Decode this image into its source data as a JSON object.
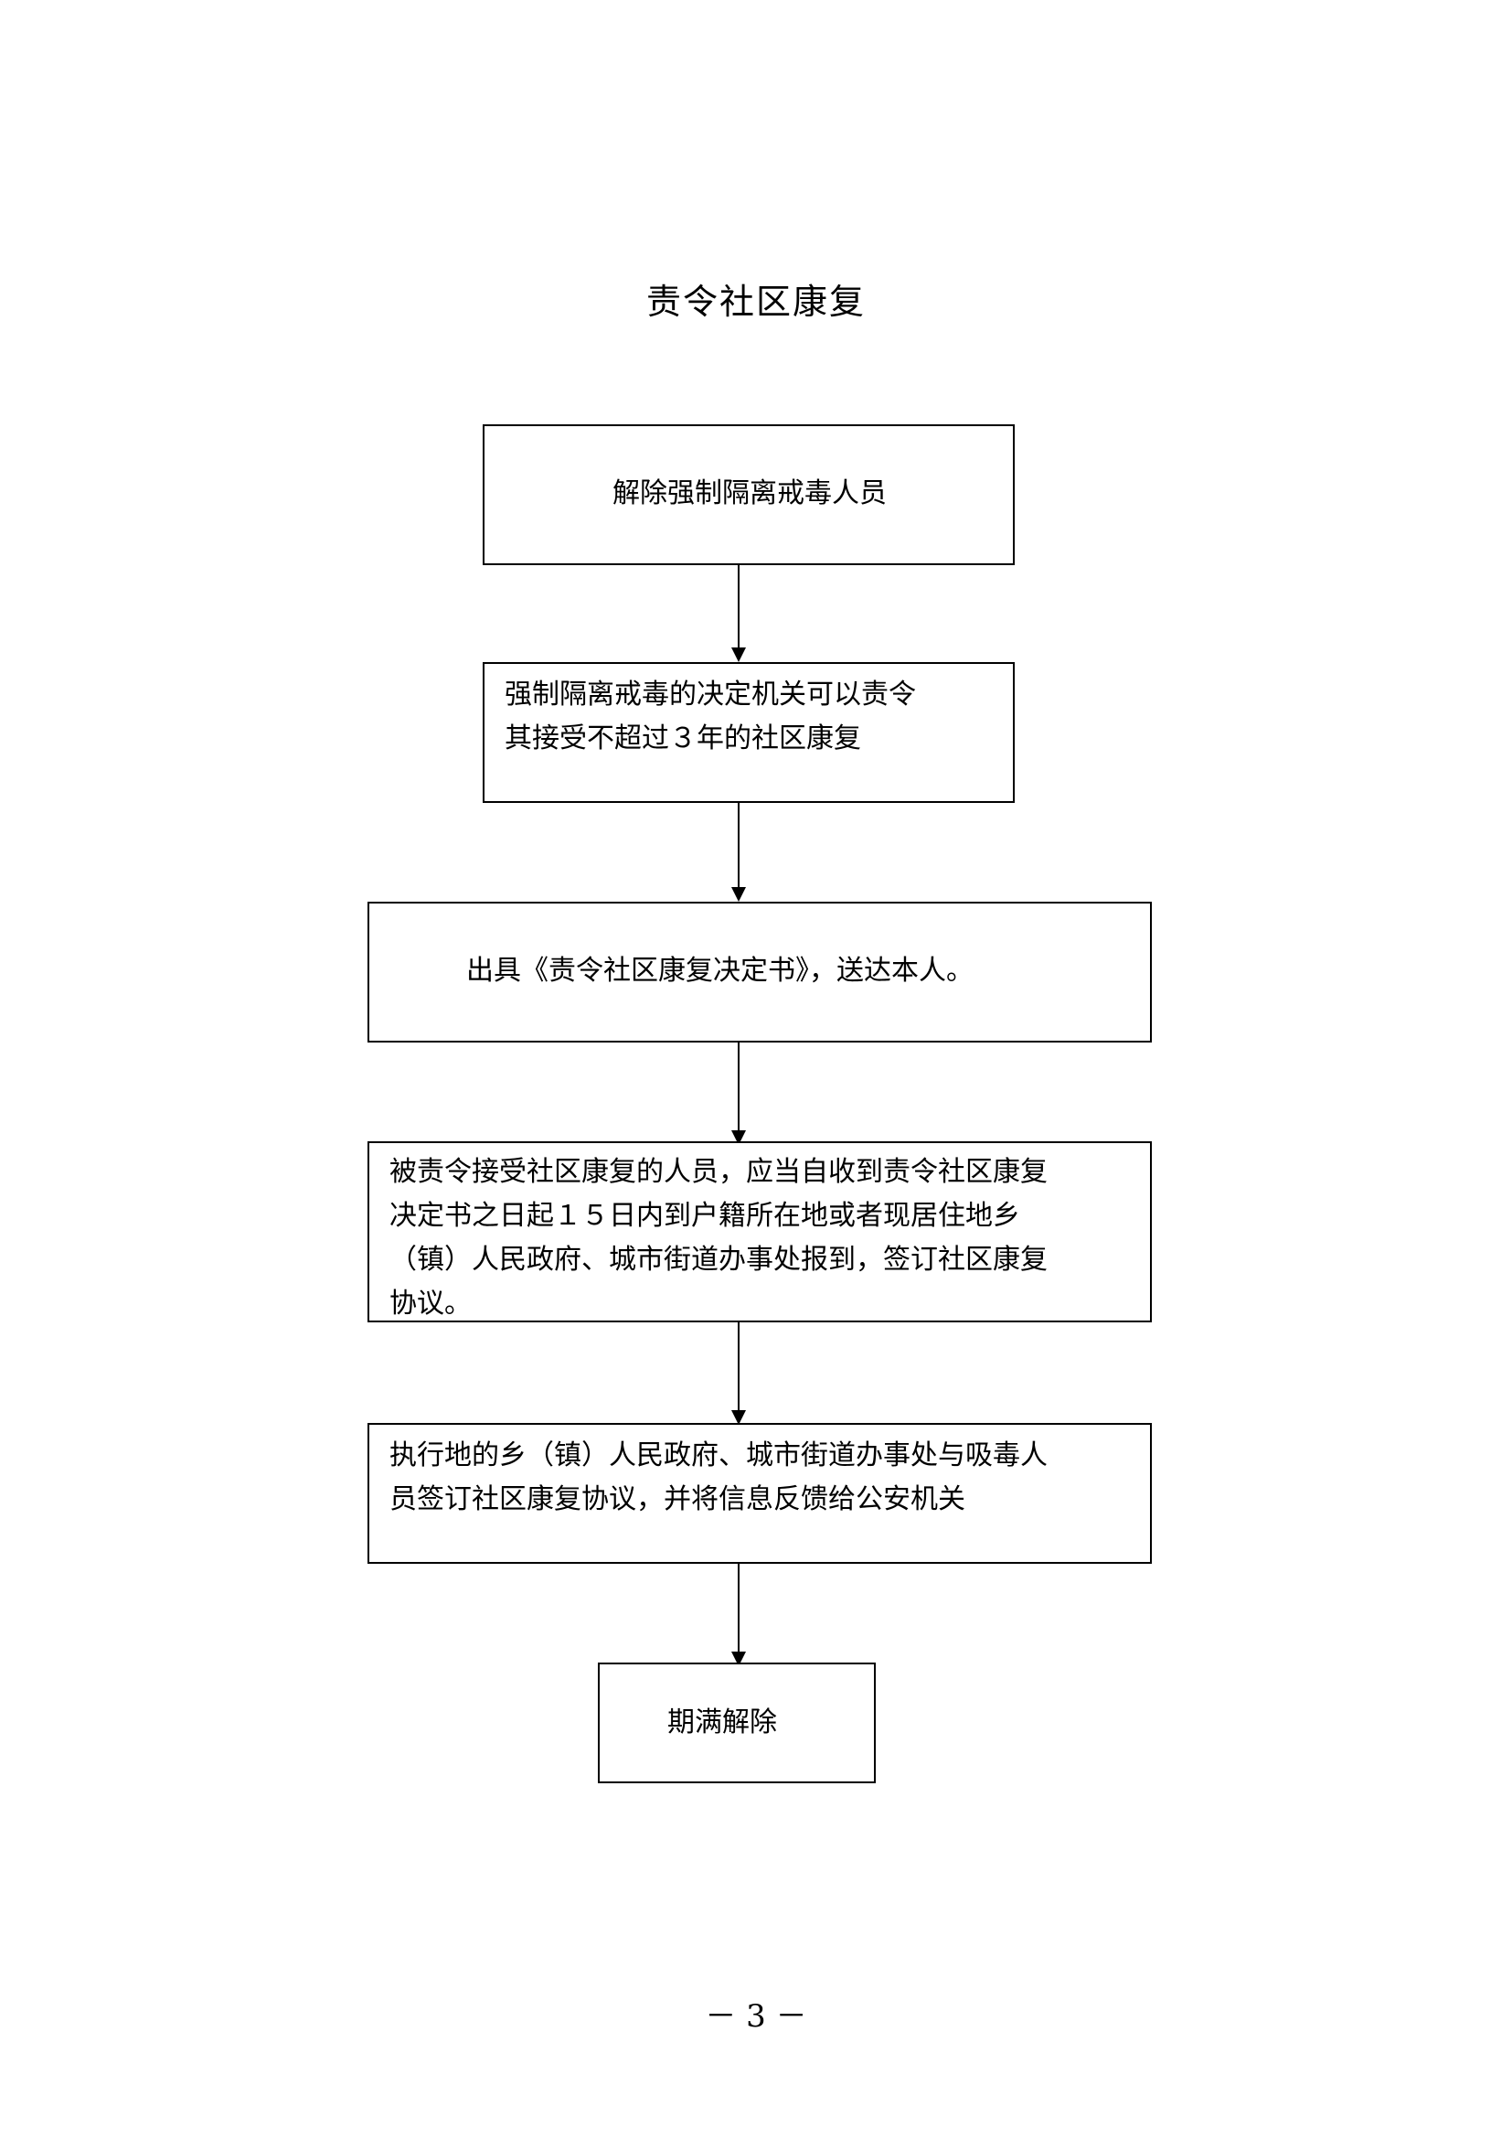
{
  "title": "责令社区康复",
  "steps": [
    {
      "text": "解除强制隔离戒毒人员"
    },
    {
      "text": "强制隔离戒毒的决定机关可以责令\n其接受不超过３年的社区康复"
    },
    {
      "text": "出具《责令社区康复决定书》，送达本人。"
    },
    {
      "text": "被责令接受社区康复的人员，应当自收到责令社区康复\n决定书之日起１５日内到户籍所在地或者现居住地乡\n（镇）人民政府、城市街道办事处报到，签订社区康复\n协议。"
    },
    {
      "text": "执行地的乡（镇）人民政府、城市街道办事处与吸毒人\n员签订社区康复协议，并将信息反馈给公安机关"
    },
    {
      "text": "期满解除"
    }
  ],
  "page_number": "－ 3 －"
}
